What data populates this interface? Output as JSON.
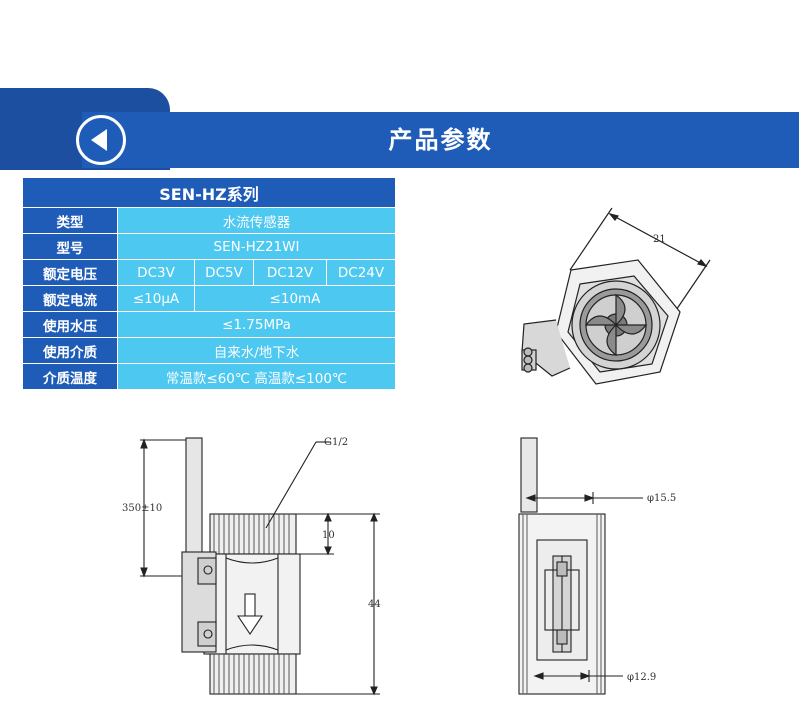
{
  "header": {
    "title": "产品参数",
    "back_icon": "arrow-left-circle-icon"
  },
  "spec_table": {
    "title": "SEN-HZ系列",
    "rows": [
      {
        "label": "类型",
        "value": "水流传感器"
      },
      {
        "label": "型号",
        "value": "SEN-HZ21WI"
      },
      {
        "label": "额定电压",
        "values": [
          "DC3V",
          "DC5V",
          "DC12V",
          "DC24V"
        ]
      },
      {
        "label": "额定电流",
        "values": [
          "≤10μA",
          "≤10mA"
        ]
      },
      {
        "label": "使用水压",
        "value": "≤1.75MPa"
      },
      {
        "label": "使用介质",
        "value": "自来水/地下水"
      },
      {
        "label": "介质温度",
        "value": "常温款≤60℃ 高温款≤100℃"
      }
    ]
  },
  "drawings": {
    "top_view": {
      "dim_width": "21"
    },
    "side_view": {
      "thread": "G1/2",
      "dim_wire": "350±10",
      "dim_thread": "10",
      "dim_height": "44"
    },
    "section_view": {
      "dim_top": "φ15.5",
      "dim_bottom": "φ12.9"
    }
  },
  "colors": {
    "primary": "#1f5cb8",
    "accent": "#4cc8f1"
  }
}
